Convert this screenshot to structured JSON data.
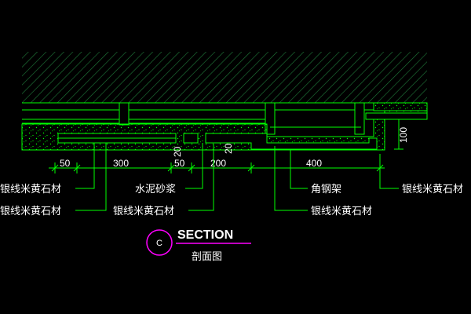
{
  "drawing": {
    "colors": {
      "background": "#000000",
      "hatch": "#1f7a3a",
      "structure": "#00ff00",
      "leaders": "#00ff00",
      "dimensions": "#00ff00",
      "text": "#ffffff",
      "tag_circle": "#ff00ff",
      "title_underline": "#ff00ff"
    },
    "dimensions": {
      "horizontal": [
        "50",
        "300",
        "50",
        "200",
        "400"
      ],
      "vertical": [
        "20",
        "20",
        "100"
      ]
    },
    "labels": {
      "silver_marble_top_left": "银线米黄石材",
      "silver_marble_bottom_left": "银线米黄石材",
      "cement_mortar": "水泥砂浆",
      "silver_marble_center": "银线米黄石材",
      "angle_steel_frame": "角钢架",
      "silver_marble_lower_right": "银线米黄石材",
      "silver_marble_right": "银线米黄石材"
    },
    "title_block": {
      "tag": "C",
      "title": "SECTION",
      "subtitle": "剖面图"
    }
  }
}
